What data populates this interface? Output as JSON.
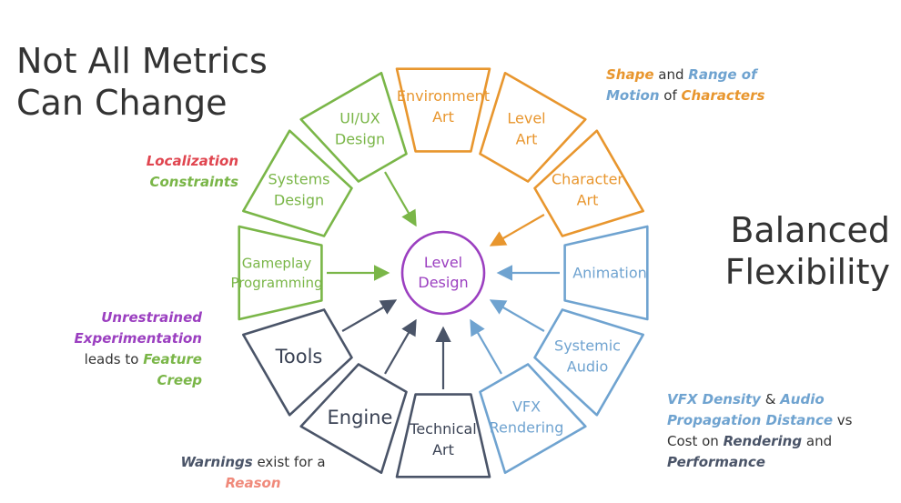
{
  "titles": {
    "left": [
      "Not All Metrics",
      "Can Change"
    ],
    "right": [
      "Balanced",
      "Flexibility"
    ]
  },
  "center": {
    "lines": [
      "Level",
      "Design"
    ],
    "color": "#9b3fc0"
  },
  "colors": {
    "orange": "#e8962e",
    "blue": "#6fa3d0",
    "green": "#7ab648",
    "navy": "#4a5468",
    "purple": "#9b3fc0",
    "red": "#e0454f",
    "salmon": "#f08a7b",
    "text_dark": "#333333"
  },
  "segments": [
    {
      "id": "environment-art",
      "lines": [
        "Environment",
        "Art"
      ],
      "group": "orange"
    },
    {
      "id": "level-art",
      "lines": [
        "Level",
        "Art"
      ],
      "group": "orange"
    },
    {
      "id": "character-art",
      "lines": [
        "Character",
        "Art"
      ],
      "group": "orange"
    },
    {
      "id": "animation",
      "lines": [
        "Animation"
      ],
      "group": "blue"
    },
    {
      "id": "systemic-audio",
      "lines": [
        "Systemic",
        "Audio"
      ],
      "group": "blue"
    },
    {
      "id": "vfx-rendering",
      "lines": [
        "VFX",
        "Rendering"
      ],
      "group": "blue"
    },
    {
      "id": "technical-art",
      "lines": [
        "Technical",
        "Art"
      ],
      "group": "navy"
    },
    {
      "id": "engine",
      "lines": [
        "Engine"
      ],
      "group": "navy"
    },
    {
      "id": "tools",
      "lines": [
        "Tools"
      ],
      "group": "navy"
    },
    {
      "id": "gameplay-programming",
      "lines": [
        "Gameplay",
        "Programming"
      ],
      "group": "green"
    },
    {
      "id": "systems-design",
      "lines": [
        "Systems",
        "Design"
      ],
      "group": "green"
    },
    {
      "id": "ui-ux-design",
      "lines": [
        "UI/UX",
        "Design"
      ],
      "group": "green"
    }
  ],
  "notes": {
    "shape": [
      [
        {
          "t": "Shape",
          "c": "orange",
          "b": true
        },
        {
          "t": " and ",
          "c": "text_dark",
          "b": false
        },
        {
          "t": "Range of",
          "c": "blue",
          "b": true
        }
      ],
      [
        {
          "t": "Motion",
          "c": "blue",
          "b": true
        },
        {
          "t": " of ",
          "c": "text_dark",
          "b": false
        },
        {
          "t": "Characters",
          "c": "orange",
          "b": true
        }
      ]
    ],
    "localization": [
      [
        {
          "t": "Localization",
          "c": "red",
          "b": true
        }
      ],
      [
        {
          "t": "Constraints",
          "c": "green",
          "b": true
        }
      ]
    ],
    "experimentation": [
      [
        {
          "t": "Unrestrained",
          "c": "purple",
          "b": true
        }
      ],
      [
        {
          "t": "Experimentation",
          "c": "purple",
          "b": true
        }
      ],
      [
        {
          "t": "leads to ",
          "c": "text_dark",
          "b": false
        },
        {
          "t": "Feature",
          "c": "green",
          "b": true
        }
      ],
      [
        {
          "t": "Creep",
          "c": "green",
          "b": true
        }
      ]
    ],
    "warnings": [
      [
        {
          "t": "Warnings",
          "c": "navy",
          "b": true
        },
        {
          "t": " exist for a",
          "c": "text_dark",
          "b": false
        }
      ],
      [
        {
          "t": "Reason",
          "c": "salmon",
          "b": true
        }
      ]
    ],
    "vfx": [
      [
        {
          "t": "VFX Density",
          "c": "blue",
          "b": true
        },
        {
          "t": " & ",
          "c": "text_dark",
          "b": false
        },
        {
          "t": "Audio",
          "c": "blue",
          "b": true
        }
      ],
      [
        {
          "t": "Propagation Distance",
          "c": "blue",
          "b": true
        },
        {
          "t": " vs",
          "c": "text_dark",
          "b": false
        }
      ],
      [
        {
          "t": "Cost on ",
          "c": "text_dark",
          "b": false
        },
        {
          "t": "Rendering",
          "c": "navy",
          "b": true
        },
        {
          "t": " and",
          "c": "text_dark",
          "b": false
        }
      ],
      [
        {
          "t": "Performance",
          "c": "navy",
          "b": true
        }
      ]
    ]
  }
}
